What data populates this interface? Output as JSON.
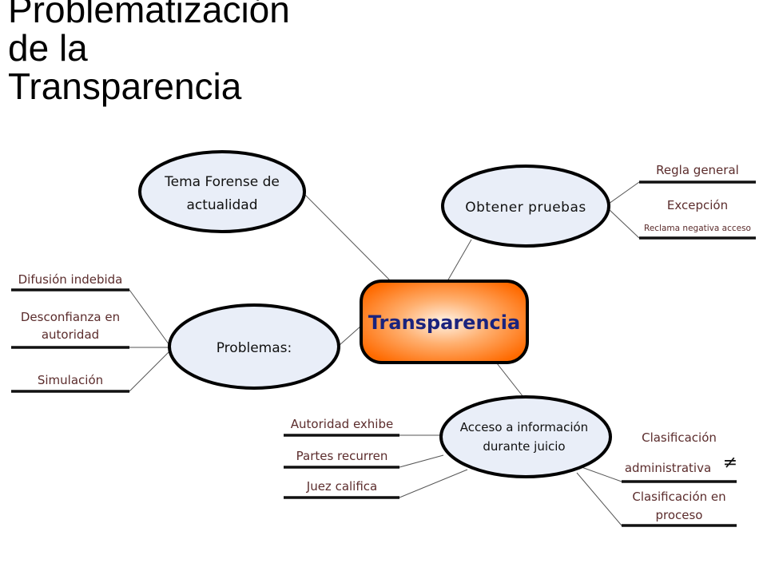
{
  "title": {
    "line1": "Problematización",
    "line2": "de la",
    "line3": "Transparencia"
  },
  "center": {
    "label": "Transparencia"
  },
  "nodes": {
    "tema_forense": {
      "line1": "Tema Forense de",
      "line2": "actualidad"
    },
    "obtener_pruebas": {
      "label": "Obtener pruebas"
    },
    "problemas": {
      "label": "Problemas:"
    },
    "acceso": {
      "line1": "Acceso a información",
      "line2": "durante juicio"
    }
  },
  "leaves": {
    "regla_general": "Regla general",
    "excepcion": "Excepción",
    "reclama": "Reclama negativa acceso",
    "difusion": "Difusión indebida",
    "desconfianza_1": "Desconfianza en",
    "desconfianza_2": "autoridad",
    "simulacion": "Simulación",
    "autoridad_exhibe": "Autoridad exhibe",
    "partes_recurren": "Partes recurren",
    "juez_califica": "Juez califica",
    "clasif_admin_1": "Clasificación",
    "clasif_admin_2": "administrativa",
    "neq": "≠",
    "clasif_proceso_1": "Clasificación  en",
    "clasif_proceso_2": "proceso"
  },
  "colors": {
    "center_fill_inner": "#fff3e6",
    "center_fill_outer": "#ff6a00",
    "ellipse_fill": "#e9eef8",
    "leaf_text": "#5b2c2c"
  }
}
